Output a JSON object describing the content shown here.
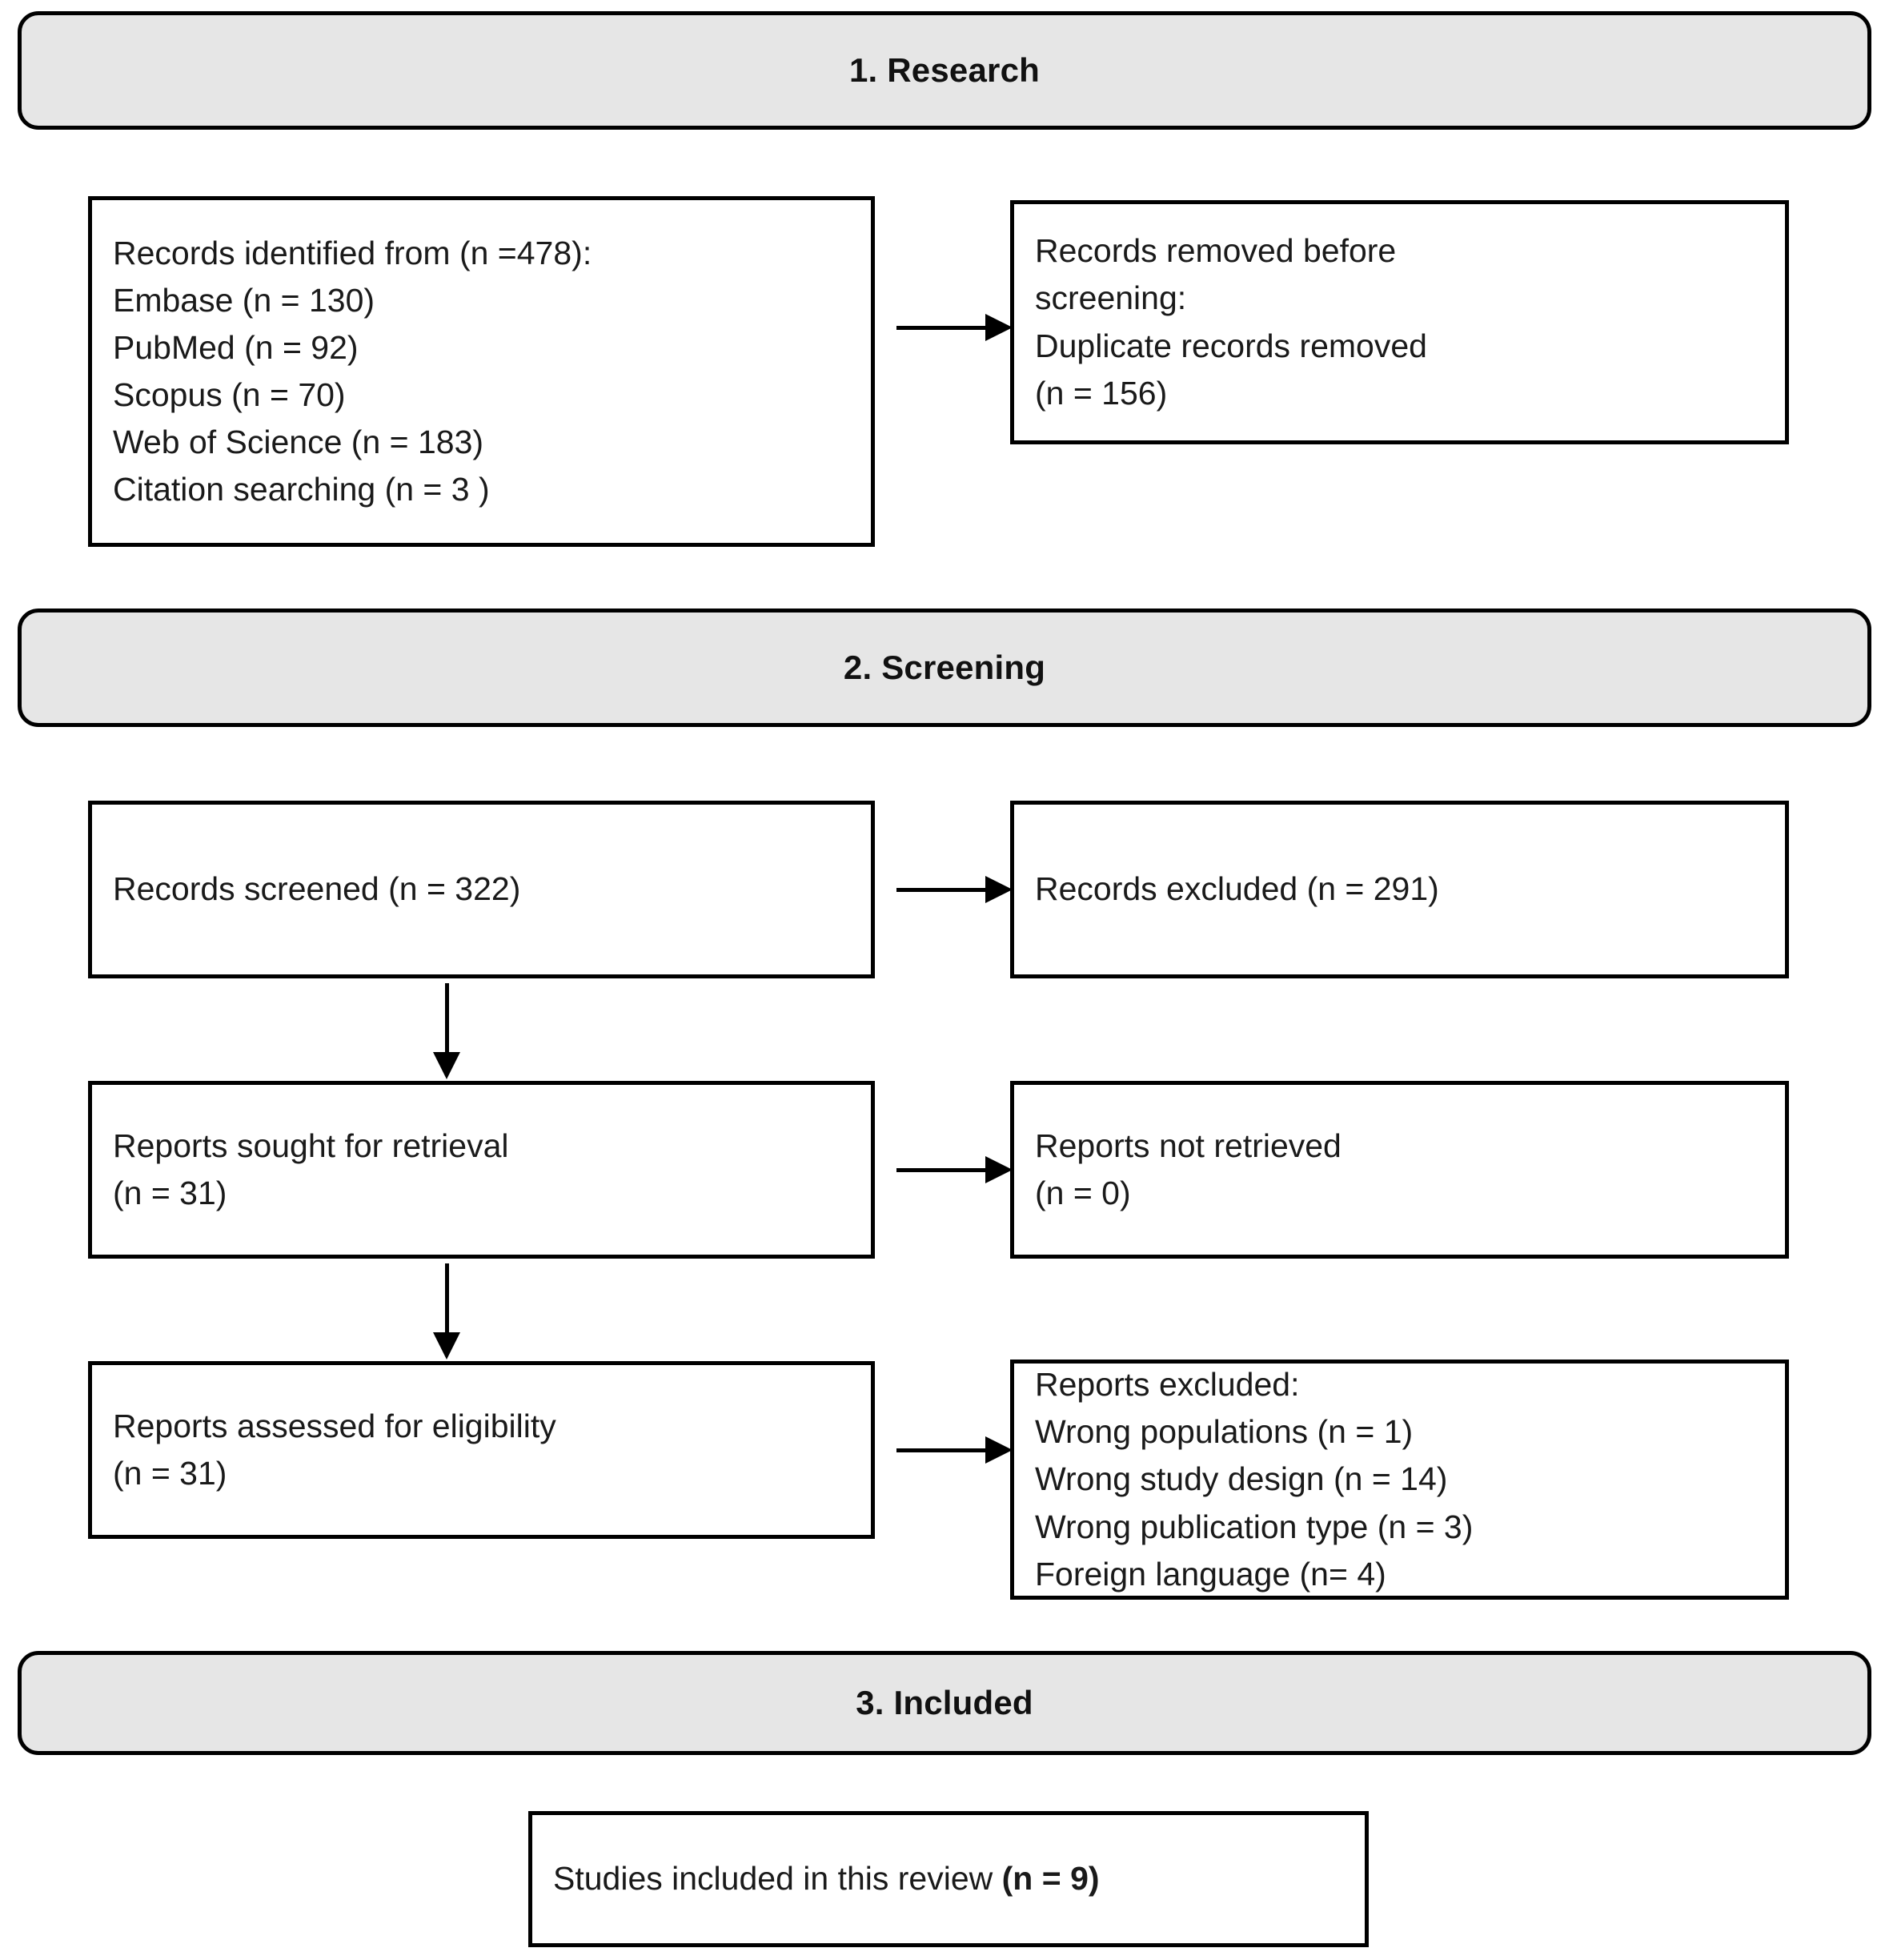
{
  "diagram": {
    "type": "prisma-flow-diagram",
    "background_color": "#ffffff",
    "banner_fill": "#e6e6e6",
    "border_color": "#000000",
    "text_color": "#1a1a1a"
  },
  "stages": {
    "research": {
      "label": "1. Research"
    },
    "screening": {
      "label": "2. Screening"
    },
    "included": {
      "label": "3. Included"
    }
  },
  "boxes": {
    "identification": {
      "lines": [
        "Records identified from (n =478):",
        "Embase (n = 130)",
        "PubMed (n = 92)",
        "Scopus (n = 70)",
        "Web of Science (n = 183)",
        "Citation searching (n = 3 )"
      ]
    },
    "removed_before_screening": {
      "lines": [
        "Records removed before",
        "screening:",
        "Duplicate records removed",
        "(n = 156)"
      ]
    },
    "records_screened": {
      "lines": [
        "Records screened (n = 322)"
      ]
    },
    "records_excluded": {
      "lines": [
        "Records excluded (n = 291)"
      ]
    },
    "reports_sought": {
      "lines": [
        "Reports sought for retrieval",
        "(n = 31)"
      ]
    },
    "reports_not_retrieved": {
      "lines": [
        "Reports not retrieved",
        "(n = 0)"
      ]
    },
    "reports_assessed": {
      "lines": [
        "Reports assessed for eligibility",
        "(n = 31)"
      ]
    },
    "reports_excluded": {
      "lines": [
        "Reports excluded:",
        "Wrong populations (n = 1)",
        "Wrong study design (n = 14)",
        "Wrong publication type (n = 3)",
        "Foreign language (n= 4)"
      ]
    },
    "studies_included": {
      "prefix": "Studies included in this review ",
      "count": "(n = 9)"
    }
  },
  "arrows": {
    "identification_to_removed": "arrow-right",
    "screened_to_excluded": "arrow-right",
    "screened_to_sought": "arrow-down",
    "sought_to_not_retrieved": "arrow-right",
    "sought_to_assessed": "arrow-down",
    "assessed_to_excluded": "arrow-right"
  }
}
